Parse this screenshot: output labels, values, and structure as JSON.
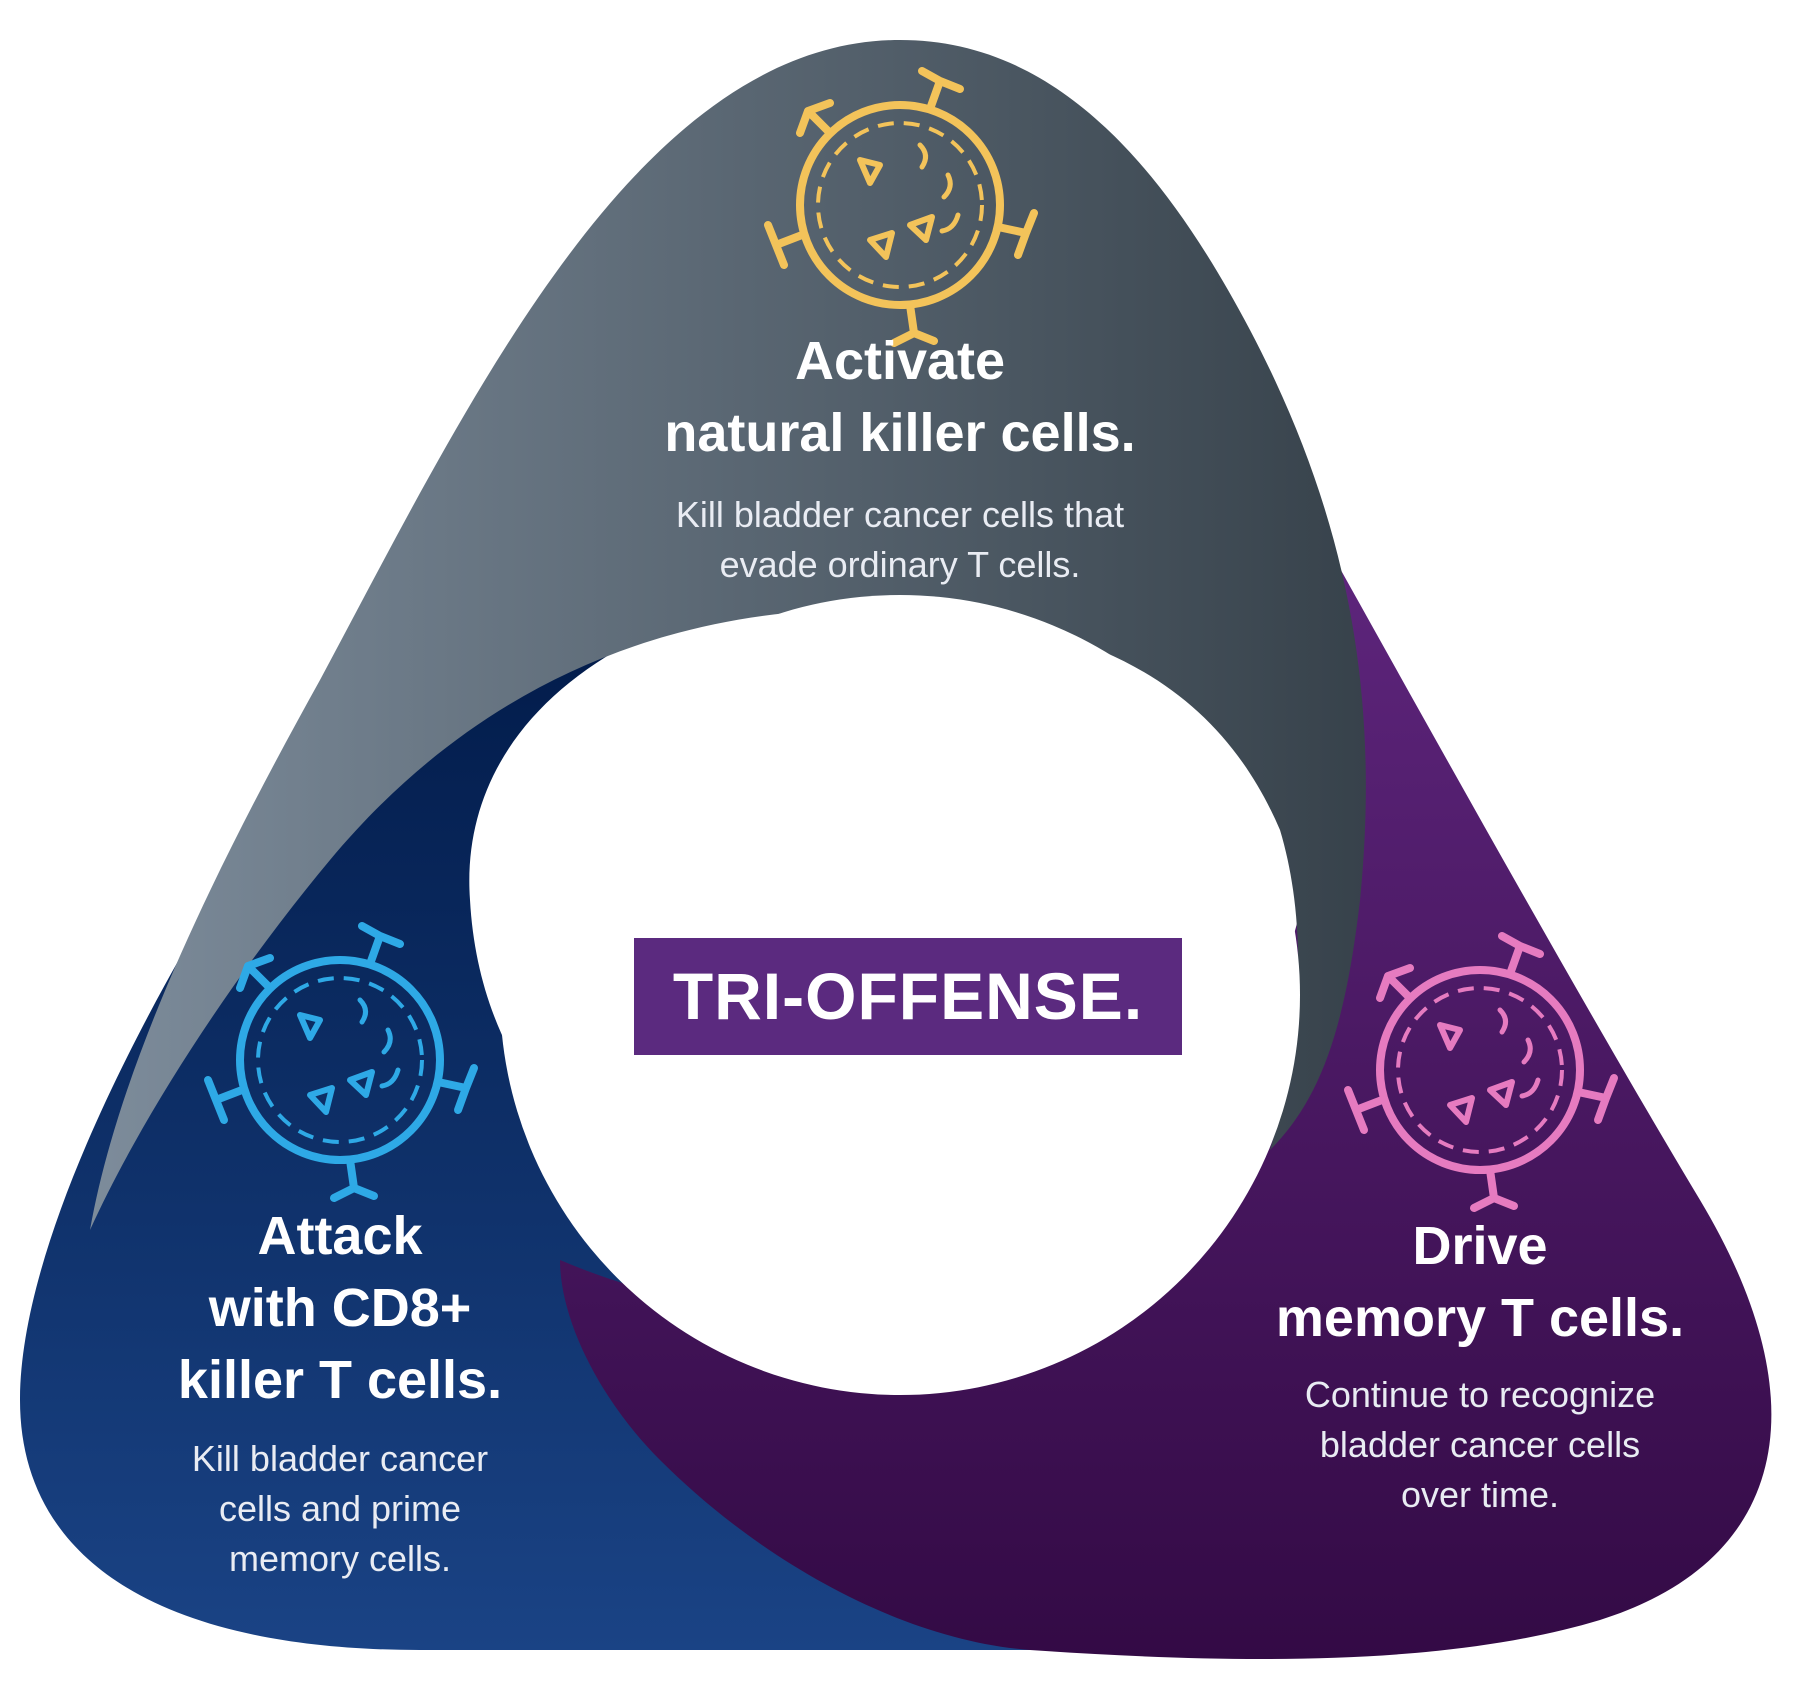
{
  "colors": {
    "gray_lobe_light": "#7d8c9b",
    "gray_lobe_dark": "#37424b",
    "blue_lobe_dark": "#011a48",
    "blue_lobe_light": "#1a4385",
    "purple_lobe_light": "#6a2d8c",
    "purple_lobe_dark": "#330a45",
    "badge": "#5b2a7f",
    "nk_icon": "#f3c35a",
    "cd8_icon": "#2ea9e6",
    "memory_icon": "#e67bc0"
  },
  "center": {
    "label": "TRI-OFFENSE."
  },
  "top": {
    "icon": "natural-killer-cell-icon",
    "title": "Activate\nnatural killer cells.",
    "description": "Kill bladder cancer cells that\nevade ordinary T cells."
  },
  "left": {
    "icon": "cd8-killer-t-cell-icon",
    "title": "Attack\nwith CD8+\nkiller T cells.",
    "description": "Kill bladder cancer\ncells and prime\nmemory cells."
  },
  "right": {
    "icon": "memory-t-cell-icon",
    "title": "Drive\nmemory T cells.",
    "description": "Continue to recognize\nbladder cancer cells\nover time."
  }
}
